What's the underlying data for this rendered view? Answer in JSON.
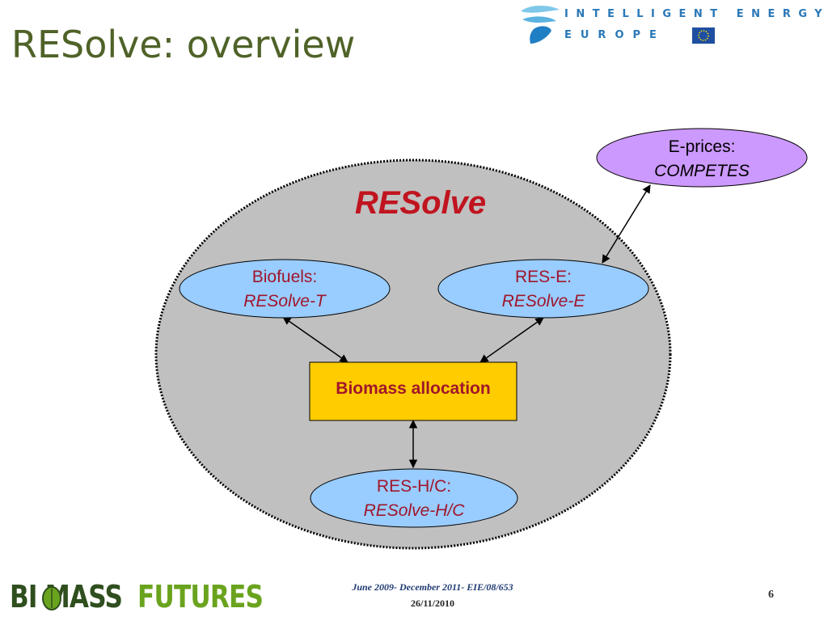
{
  "slide": {
    "title": "RESolve: overview",
    "page_number": "6"
  },
  "header_logo": {
    "line1": "INTELLIGENT ENERGY",
    "line2": "EUROPE"
  },
  "diagram": {
    "container_label": "RESolve",
    "nodes": {
      "eprices": {
        "line1": "E-prices:",
        "line2": "COMPETES"
      },
      "biofuels": {
        "line1": "Biofuels:",
        "line2": "RESolve-T"
      },
      "rese": {
        "line1": "RES-E:",
        "line2": "RESolve-E"
      },
      "biomass": {
        "label": "Biomass allocation"
      },
      "reshc": {
        "line1": "RES-H/C:",
        "line2": "RESolve-H/C"
      }
    },
    "colors": {
      "container_fill": "#c0c0c0",
      "model_node_fill": "#99ccff",
      "eprices_fill": "#cc99ff",
      "biomass_fill": "#ffcc00",
      "label_red": "#a0162b"
    }
  },
  "footer": {
    "logo_part1": "BI MASS",
    "logo_part2": "FUTURES",
    "line1": "June 2009- December 2011- EIE/08/653",
    "line2": "26/11/2010"
  }
}
